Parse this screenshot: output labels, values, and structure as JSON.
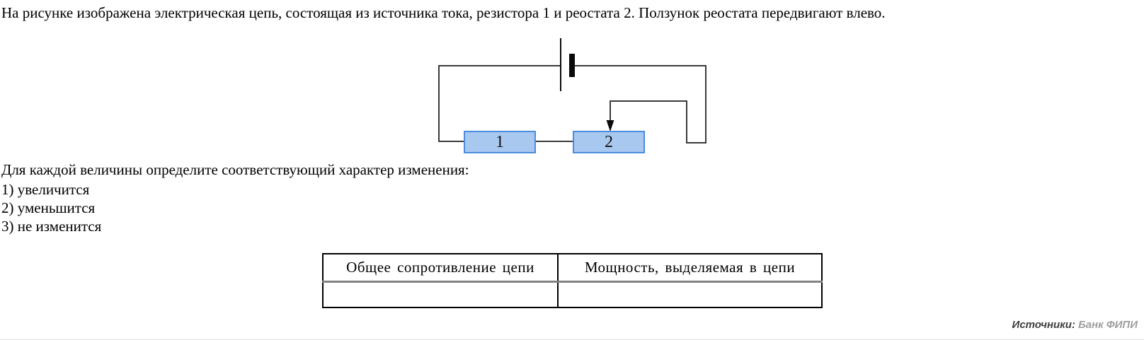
{
  "problem": {
    "description": "На рисунке изображена электрическая цепь, состоящая из источника тока, резистора 1 и реостата 2. Ползунок реостата передвигают влево.",
    "instruction": "Для каждой величины определите соответствующий характер изменения:",
    "options": [
      "1) увеличится",
      "2) уменьшится",
      "3) не изменится"
    ]
  },
  "circuit": {
    "source_symbol": "battery",
    "resistor1_label": "1",
    "rheostat2_label": "2",
    "slider_direction": "down-arrow-onto-rheostat",
    "box_fill_color": "#a8c8f0",
    "box_border_color": "#4a8ddc",
    "wire_color": "#3a3a3a"
  },
  "table": {
    "headers": [
      "Общее сопротивление цепи",
      "Мощность, выделяемая в цепи"
    ],
    "rows": [
      [
        "",
        ""
      ]
    ]
  },
  "footer": {
    "sources_label": "Источники:",
    "source_link": "Банк ФИПИ"
  }
}
